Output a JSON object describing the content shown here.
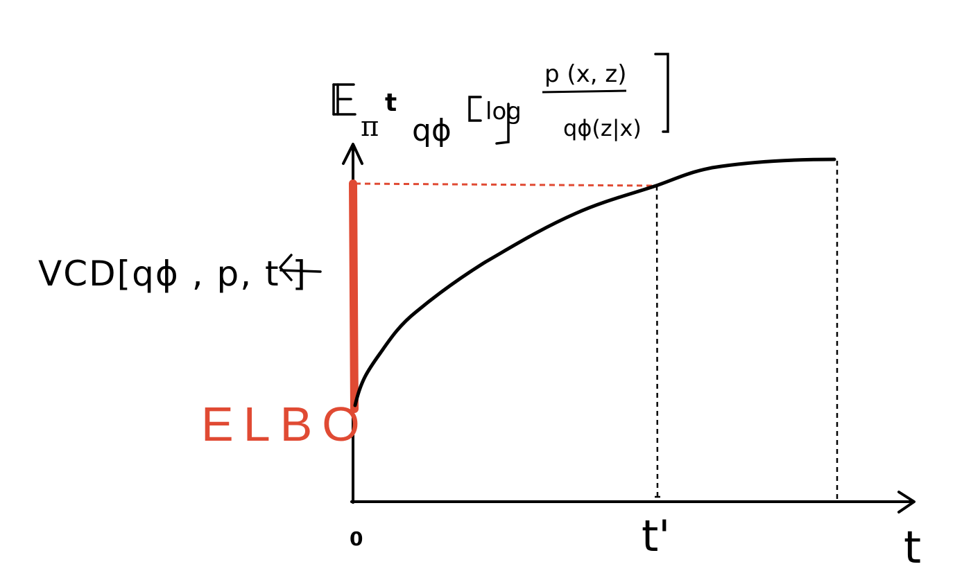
{
  "colors": {
    "ink": "#000000",
    "accent": "#e04a33",
    "background": "#ffffff"
  },
  "labels": {
    "y_axis": {
      "expectation": "E",
      "subscript_pi": "π",
      "superscript_t": "t",
      "q_phi": "qϕ",
      "bracket_open": "[",
      "log": "log",
      "numerator": "p (x, z)",
      "denominator": "qϕ(z|x)",
      "bracket_close": "]"
    },
    "x_axis": "t",
    "origin": "0",
    "t_prime": "t'",
    "vcd": "VCD[qϕ , p, t ]",
    "elbo": "ELBO"
  }
}
